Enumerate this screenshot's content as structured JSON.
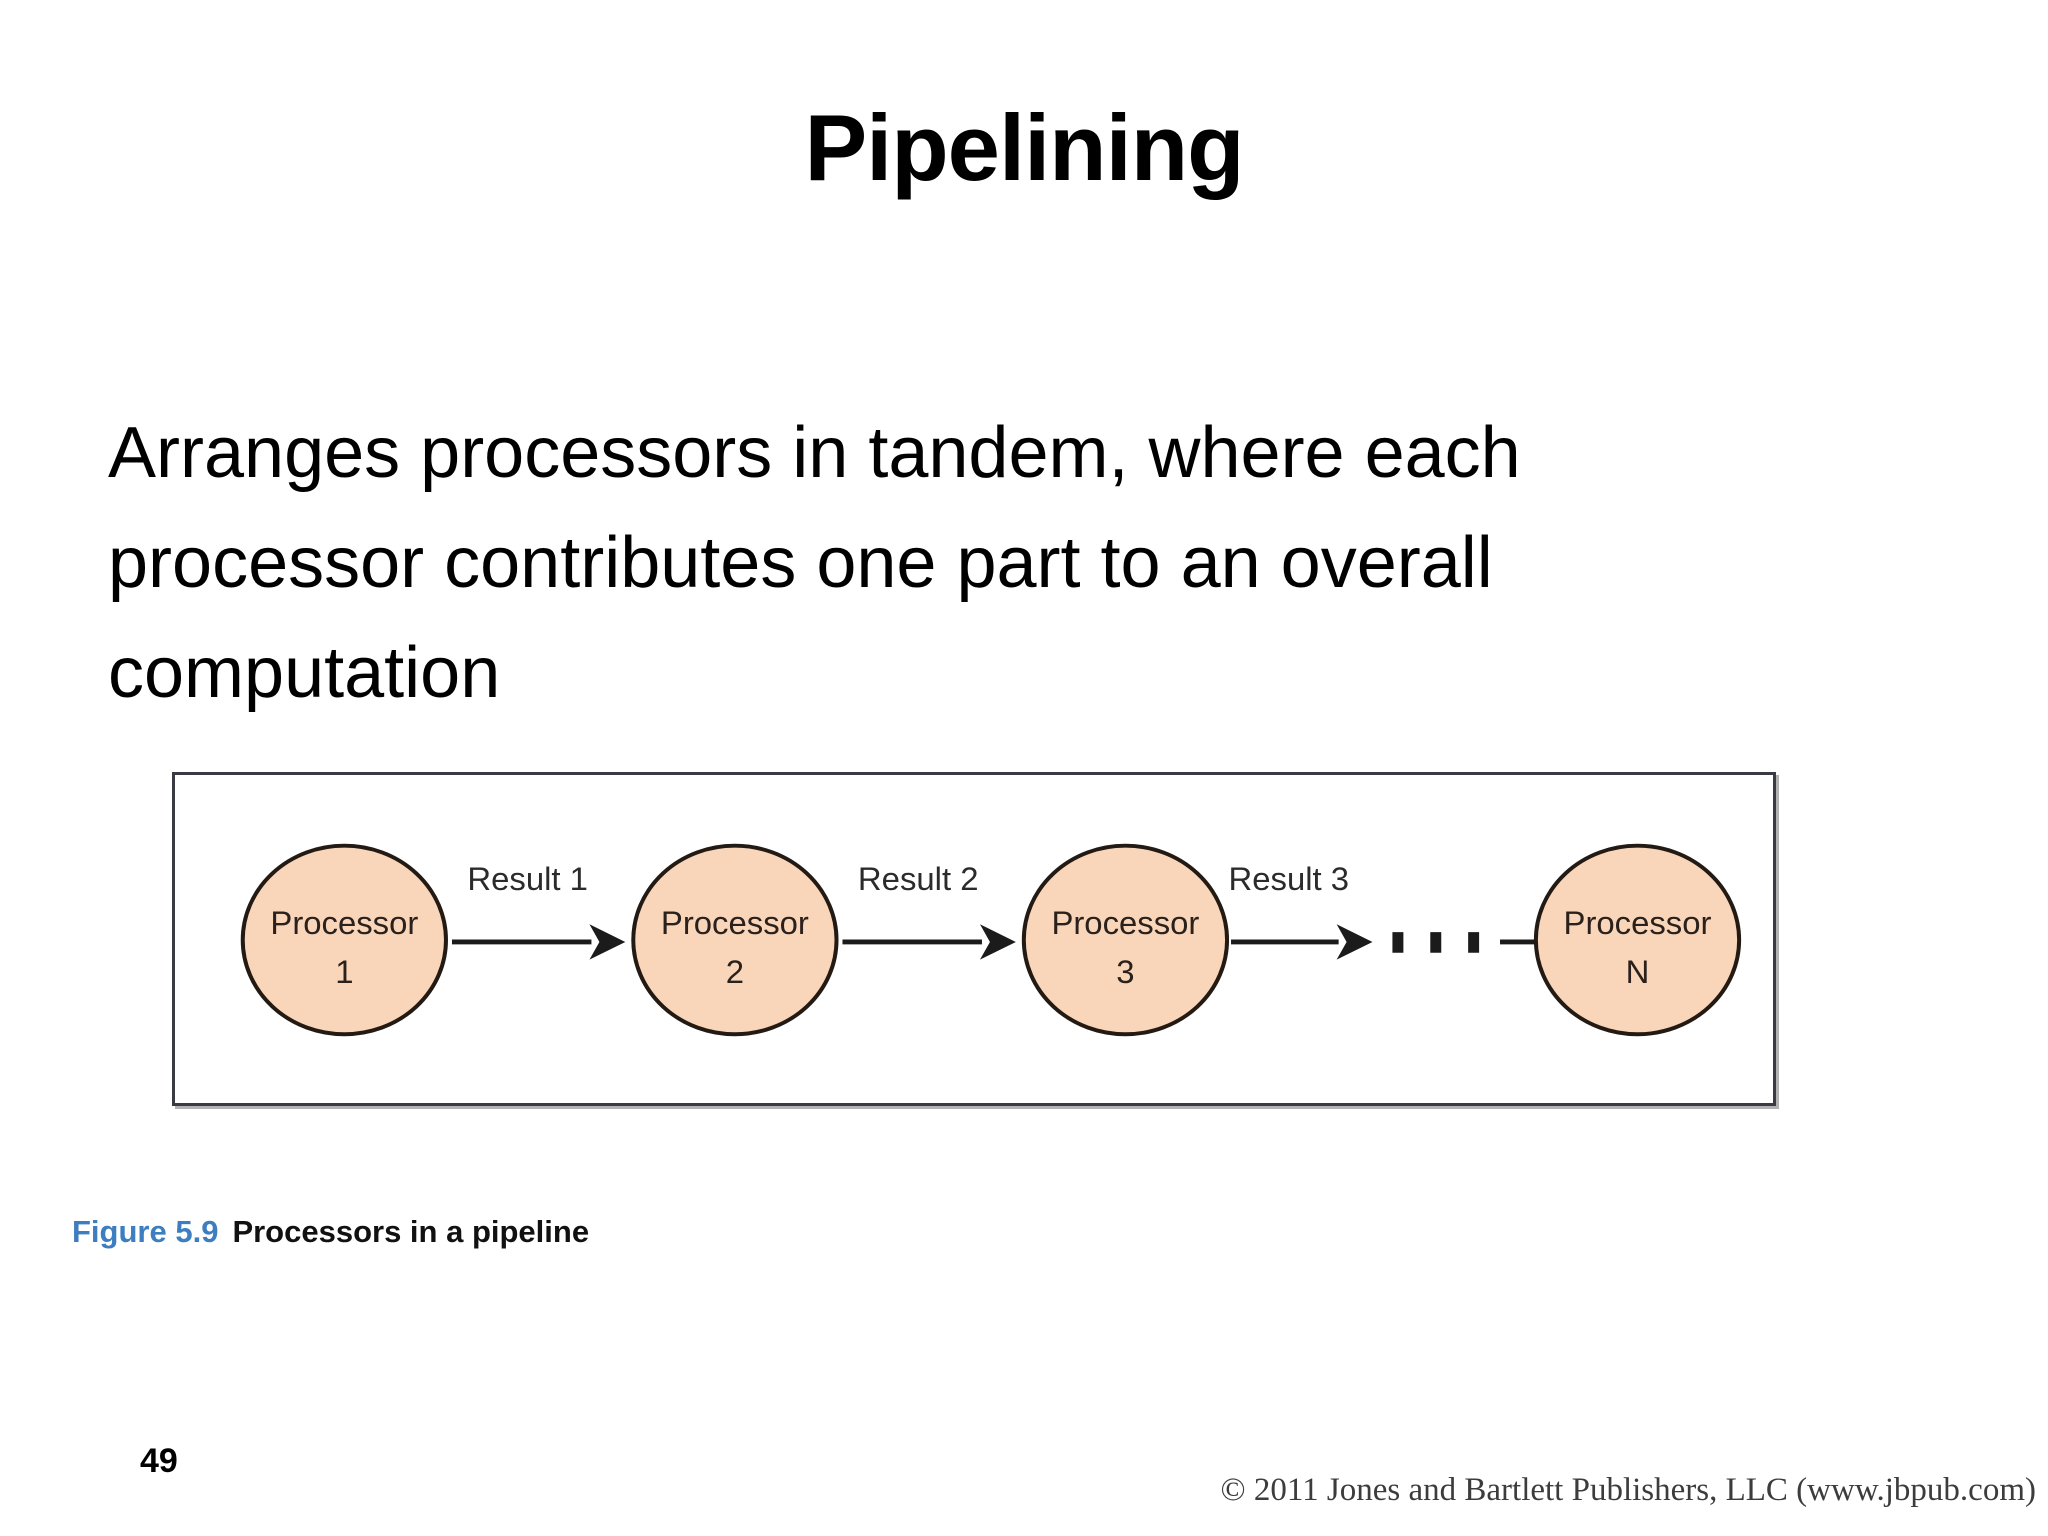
{
  "slide": {
    "title": "Pipelining",
    "page_number": "49",
    "copyright": "© 2011 Jones and Bartlett Publishers, LLC (www.jbpub.com)",
    "background_top_color": "#ffd23c",
    "background_bottom_color": "#ffffff"
  },
  "body": {
    "lines": [
      "Arranges processors in tandem, where each",
      "processor contributes one part to an overall",
      "computation"
    ]
  },
  "figure": {
    "number": "Figure 5.9",
    "number_color": "#3c7ebf",
    "caption": "Processors in a pipeline",
    "node_fill": "#f9d6ba",
    "node_stroke": "#231a14",
    "frame_stroke": "#3a3a42",
    "nodes": [
      {
        "label": "Processor",
        "index": "1"
      },
      {
        "label": "Processor",
        "index": "2"
      },
      {
        "label": "Processor",
        "index": "3"
      },
      {
        "label": "Processor",
        "index": "N"
      }
    ],
    "edges": [
      {
        "label": "Result 1"
      },
      {
        "label": "Result 2"
      },
      {
        "label": "Result 3"
      }
    ],
    "ellipsis": "..."
  }
}
